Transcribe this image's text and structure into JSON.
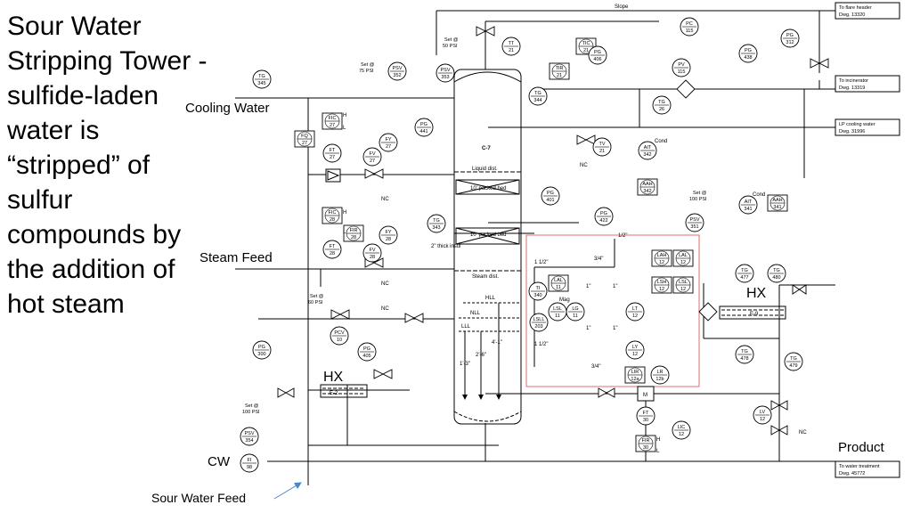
{
  "slide": {
    "title": "Sour Water Stripping Tower - sulfide-laden water is “stripped” of sulfur compounds by the addition of hot steam"
  },
  "annotations": {
    "cooling_water": "Cooling Water",
    "steam_feed": "Steam Feed",
    "hx_top": "HX",
    "hx_left": "HX",
    "product": "Product",
    "cw": "CW",
    "sour_water_feed": "Sour Water Feed"
  },
  "drawing": {
    "column_id": "C-7",
    "liquid_dist": "Liquid dist.",
    "packed_bed_1": "10' packed bed",
    "packed_bed_2": "10' packed bed",
    "steam_dist": "Steam dist.",
    "insul": "2\" thick insul",
    "hll": "HLL",
    "nll": "NLL",
    "lll": "LLL",
    "dim_1": "4'-1\"",
    "dim_2": "2'-6\"",
    "dim_3": "1'-3\"",
    "slope": "Slope",
    "offpage": [
      {
        "line1": "To flare header",
        "line2": "Dwg. 13320"
      },
      {
        "line1": "To incinerator",
        "line2": "Dwg. 13319"
      },
      {
        "line1": "LP cooling water",
        "line2": "Dwg. 31996"
      },
      {
        "line1": "To water treatment",
        "line2": "Dwg. 45772"
      }
    ],
    "setpoints": [
      {
        "line1": "Set @",
        "line2": "50 PSI"
      },
      {
        "line1": "Set @",
        "line2": "75 PSI"
      },
      {
        "line1": "Set @",
        "line2": "60 PSI"
      },
      {
        "line1": "Set @",
        "line2": "100 PSI"
      },
      {
        "line1": "Set @",
        "line2": "100 PSI"
      }
    ],
    "exchangers": [
      "E-2",
      "E-9"
    ],
    "pipe_sizes": [
      "1 1/2\"",
      "1 1/2\"",
      "1\"",
      "1\"",
      "1\"",
      "1\"",
      "3/4\"",
      "3/4\"",
      "1/2\""
    ],
    "misc": [
      "Mag",
      "NC",
      "NC",
      "NC",
      "NC",
      "NC",
      "M",
      "Cond",
      "Cond",
      "H",
      "L",
      "H",
      "L",
      "H",
      "L"
    ],
    "instruments": [
      {
        "tag": "TG",
        "num": "345"
      },
      {
        "tag": "PSV",
        "num": "352"
      },
      {
        "tag": "PSV",
        "num": "353"
      },
      {
        "tag": "TT",
        "num": "21"
      },
      {
        "tag": "TIC",
        "num": "21"
      },
      {
        "tag": "TIR",
        "num": "21"
      },
      {
        "tag": "PG",
        "num": "406"
      },
      {
        "tag": "PC",
        "num": "115"
      },
      {
        "tag": "PV",
        "num": "115"
      },
      {
        "tag": "PG",
        "num": "438"
      },
      {
        "tag": "PG",
        "num": "312"
      },
      {
        "tag": "TG",
        "num": "344"
      },
      {
        "tag": "FIC",
        "num": "27"
      },
      {
        "tag": "FQ",
        "num": "27"
      },
      {
        "tag": "FY",
        "num": "27"
      },
      {
        "tag": "FT",
        "num": "27"
      },
      {
        "tag": "FV",
        "num": "27"
      },
      {
        "tag": "PG",
        "num": "441"
      },
      {
        "tag": "TG",
        "num": "26"
      },
      {
        "tag": "TV",
        "num": "21"
      },
      {
        "tag": "AIT",
        "num": "342"
      },
      {
        "tag": "AAH",
        "num": "342"
      },
      {
        "tag": "FIC",
        "num": "28"
      },
      {
        "tag": "FIR",
        "num": "28"
      },
      {
        "tag": "FY",
        "num": "28"
      },
      {
        "tag": "FT",
        "num": "28"
      },
      {
        "tag": "FV",
        "num": "28"
      },
      {
        "tag": "TG",
        "num": "343"
      },
      {
        "tag": "PG",
        "num": "401"
      },
      {
        "tag": "PG",
        "num": "422"
      },
      {
        "tag": "AIT",
        "num": "341"
      },
      {
        "tag": "AAH",
        "num": "341"
      },
      {
        "tag": "PSV",
        "num": "351"
      },
      {
        "tag": "LAH",
        "num": "12"
      },
      {
        "tag": "LAL",
        "num": "12"
      },
      {
        "tag": "LAL",
        "num": "11"
      },
      {
        "tag": "TI",
        "num": "340"
      },
      {
        "tag": "LSL",
        "num": "11"
      },
      {
        "tag": "LG",
        "num": "11"
      },
      {
        "tag": "LSH",
        "num": "12"
      },
      {
        "tag": "LSL",
        "num": "12"
      },
      {
        "tag": "LT",
        "num": "12"
      },
      {
        "tag": "LSLL",
        "num": "203"
      },
      {
        "tag": "LY",
        "num": "12"
      },
      {
        "tag": "LIR",
        "num": "12a"
      },
      {
        "tag": "LR",
        "num": "12b"
      },
      {
        "tag": "TG",
        "num": "477"
      },
      {
        "tag": "TG",
        "num": "480"
      },
      {
        "tag": "PCV",
        "num": "10"
      },
      {
        "tag": "PG",
        "num": "300"
      },
      {
        "tag": "PG",
        "num": "405"
      },
      {
        "tag": "TG",
        "num": "478"
      },
      {
        "tag": "TG",
        "num": "479"
      },
      {
        "tag": "PSV",
        "num": "354"
      },
      {
        "tag": "FT",
        "num": "30"
      },
      {
        "tag": "FIR",
        "num": "30"
      },
      {
        "tag": "LIC",
        "num": "12"
      },
      {
        "tag": "LV",
        "num": "12"
      },
      {
        "tag": "FI",
        "num": "98"
      }
    ]
  }
}
